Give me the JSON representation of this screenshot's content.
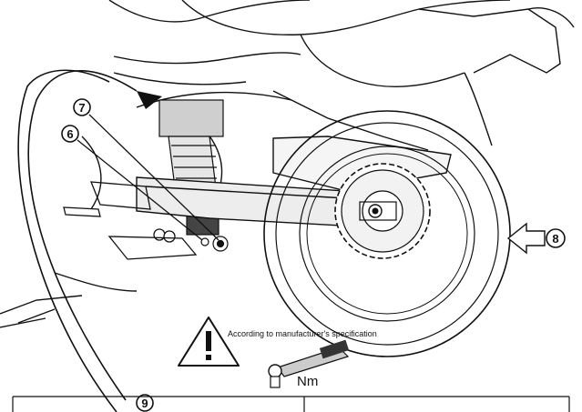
{
  "callouts": {
    "c7": "7",
    "c6": "6",
    "c8": "8",
    "c9": "9"
  },
  "warning": {
    "text": "According to manufacturer's specification",
    "unit": "Nm"
  },
  "colors": {
    "line": "#111111",
    "fill": "#ffffff",
    "shade": "#d9d9d9",
    "dark": "#222222"
  }
}
